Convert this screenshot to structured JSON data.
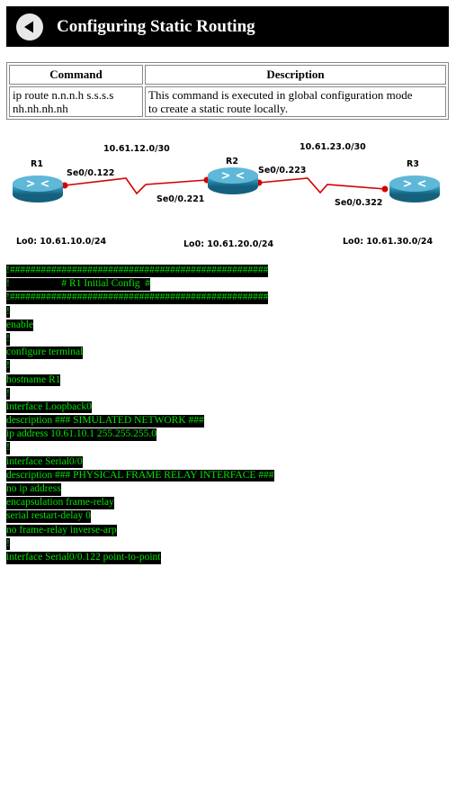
{
  "header": {
    "title": "Configuring Static Routing"
  },
  "table": {
    "headers": [
      "Command",
      "Description"
    ],
    "rows": [
      {
        "command": [
          "ip route n.n.n.h s.s.s.s",
          "nh.nh.nh.nh"
        ],
        "description": [
          "This command is executed in global configuration mode",
          "to create a static route locally."
        ]
      }
    ]
  },
  "topology": {
    "routers": [
      "R1",
      "R2",
      "R3"
    ],
    "links": [
      {
        "subnet": "10.61.12.0/30",
        "left_iface": "Se0/0.122",
        "right_iface": "Se0/0.221"
      },
      {
        "subnet": "10.61.23.0/30",
        "left_iface": "Se0/0.223",
        "right_iface": "Se0/0.322"
      }
    ],
    "loopbacks": [
      "Lo0: 10.61.10.0/24",
      "Lo0: 10.61.20.0/24",
      "Lo0: 10.61.30.0/24"
    ],
    "link_color": "#d40000",
    "router_color": "#1e7e9c"
  },
  "config": {
    "lines": [
      "!##################################################",
      "!                    # R1 Initial Config  #",
      "!##################################################",
      "!",
      "enable",
      "!",
      "configure terminal",
      "!",
      "hostname R1",
      "!",
      "interface Loopback0",
      "description ### SIMULATED NETWORK ###",
      "ip address 10.61.10.1 255.255.255.0",
      "!",
      "interface Serial0/0",
      "description ### PHYSICAL FRAME RELAY INTERFACE ###",
      "no ip address",
      "encapsulation frame-relay",
      "serial restart-delay 0",
      "no frame-relay inverse-arp",
      "!",
      "interface Serial0/0.122 point-to-point"
    ],
    "text_color": "#00e600",
    "background": "#000000"
  }
}
